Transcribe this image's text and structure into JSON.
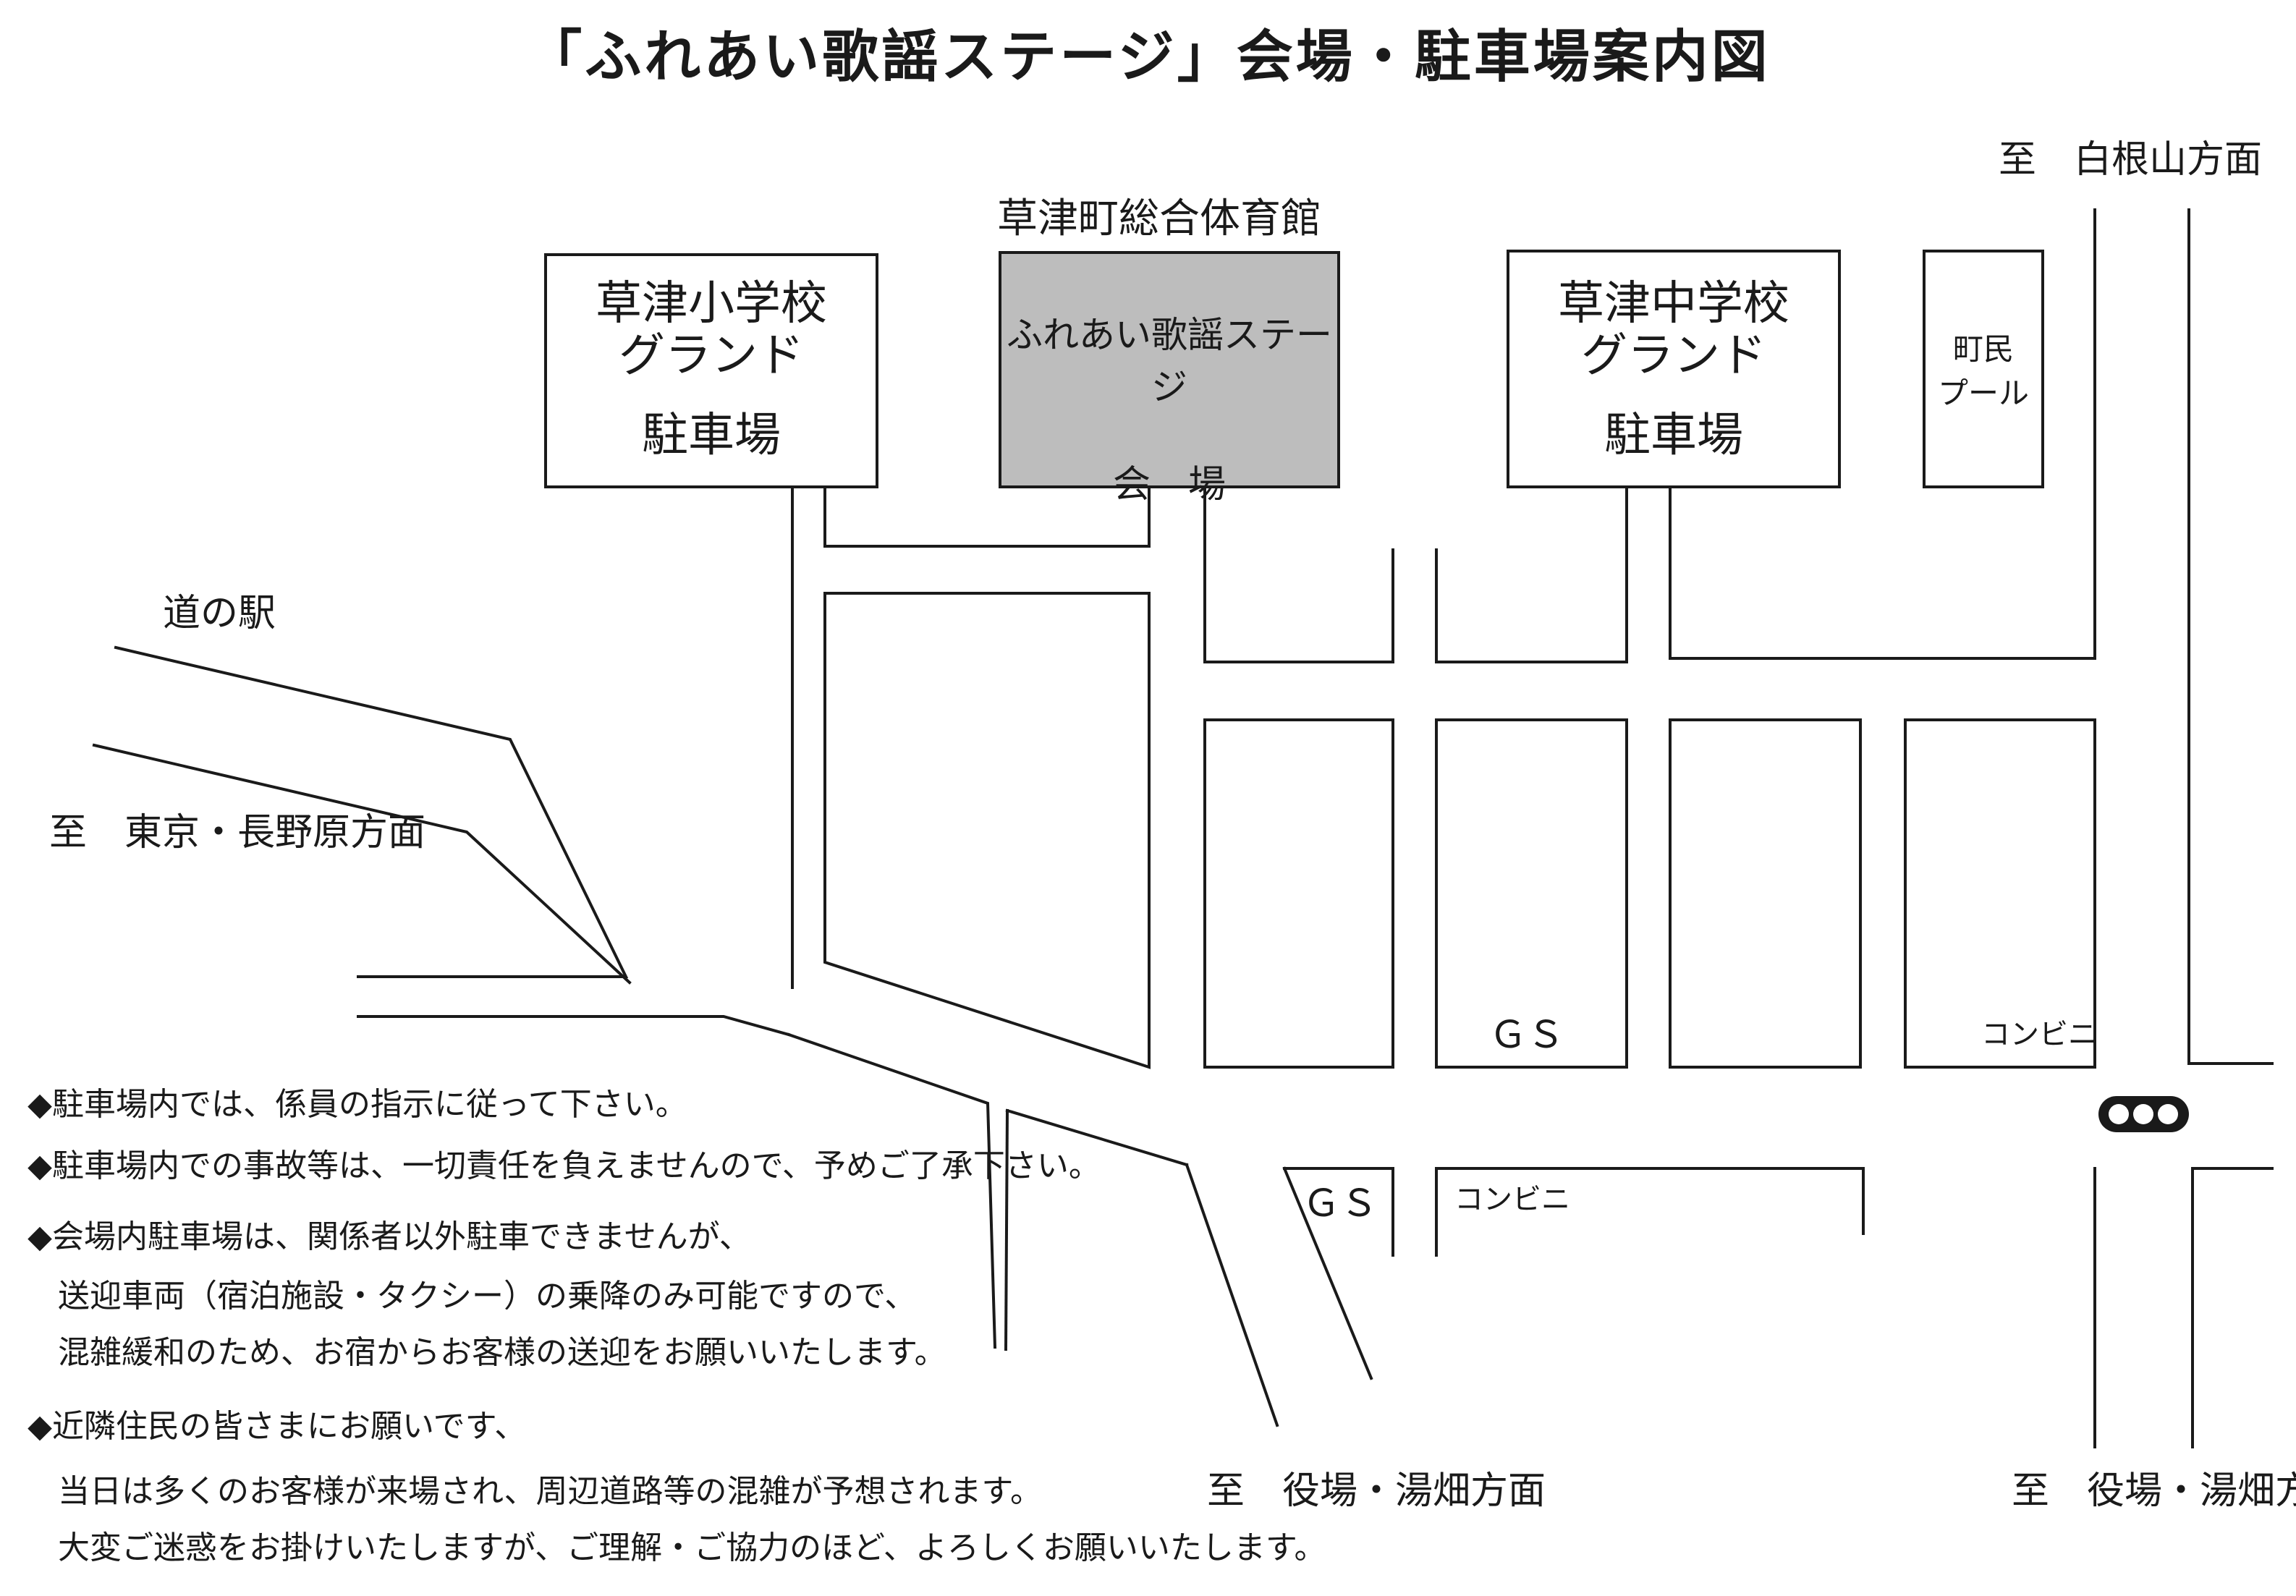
{
  "title": "「ふれあい歌謡ステージ」会場・駐車場案内図",
  "venue": {
    "hall_name": "草津町総合体育館",
    "line1": "ふれあい歌謡ステージ",
    "line2": "会　場"
  },
  "lots": {
    "elementary": {
      "line1": "草津小学校",
      "line2": "グランド",
      "line3": "駐車場"
    },
    "junior_high": {
      "line1": "草津中学校",
      "line2": "グランド",
      "line3": "駐車場"
    }
  },
  "pool": {
    "line1": "町民",
    "line2": "プール"
  },
  "places": {
    "roadside_station": "道の駅",
    "gs_1": "ＧＳ",
    "gs_2": "ＧＳ",
    "konbini_1": "コンビニ",
    "konbini_2": "コンビニ"
  },
  "directions": {
    "shiraneyama": "至　白根山方面",
    "tokyo": "至　東京・長野原方面",
    "yakuba_1": "至　役場・湯畑方面",
    "yakuba_2": "至　役場・湯畑方面"
  },
  "icons": {
    "traffic_light": "traffic-light-icon",
    "bullet": "diamond-bullet"
  },
  "notes": [
    {
      "bullet": "◆",
      "lines": [
        "駐車場内では、係員の指示に従って下さい。"
      ]
    },
    {
      "bullet": "◆",
      "lines": [
        "駐車場内での事故等は、一切責任を負えませんので、予めご了承下さい。"
      ]
    },
    {
      "bullet": "◆",
      "lines": [
        "会場内駐車場は、関係者以外駐車できませんが、",
        "送迎車両（宿泊施設・タクシー）の乗降のみ可能ですので、",
        "混雑緩和のため、お宿からお客様の送迎をお願いいたします。"
      ]
    },
    {
      "bullet": "◆",
      "lines": [
        "近隣住民の皆さまにお願いです、",
        "当日は多くのお客様が来場され、周辺道路等の混雑が予想されます。",
        "大変ご迷惑をお掛けいたしますが、ご理解・ご協力のほど、よろしくお願いいたします。"
      ]
    }
  ],
  "colors": {
    "line": "#1a1a1a",
    "venue_fill": "#bdbdbd",
    "background": "#ffffff"
  }
}
